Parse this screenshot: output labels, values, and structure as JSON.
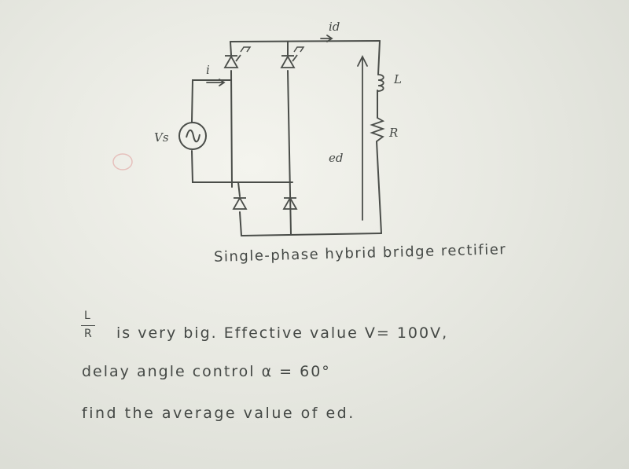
{
  "circuit": {
    "labels": {
      "id": "id",
      "i": "i",
      "vs": "Vs",
      "L": "L",
      "R": "R",
      "ed": "ed"
    }
  },
  "caption": "Single-phase hybrid bridge rectifier",
  "problem": {
    "frac_num": "L",
    "frac_den": "R",
    "line1": "is very big. Effective value V= 100V,",
    "line2": "delay angle control α = 60°",
    "line3": "find the average value of ed."
  }
}
